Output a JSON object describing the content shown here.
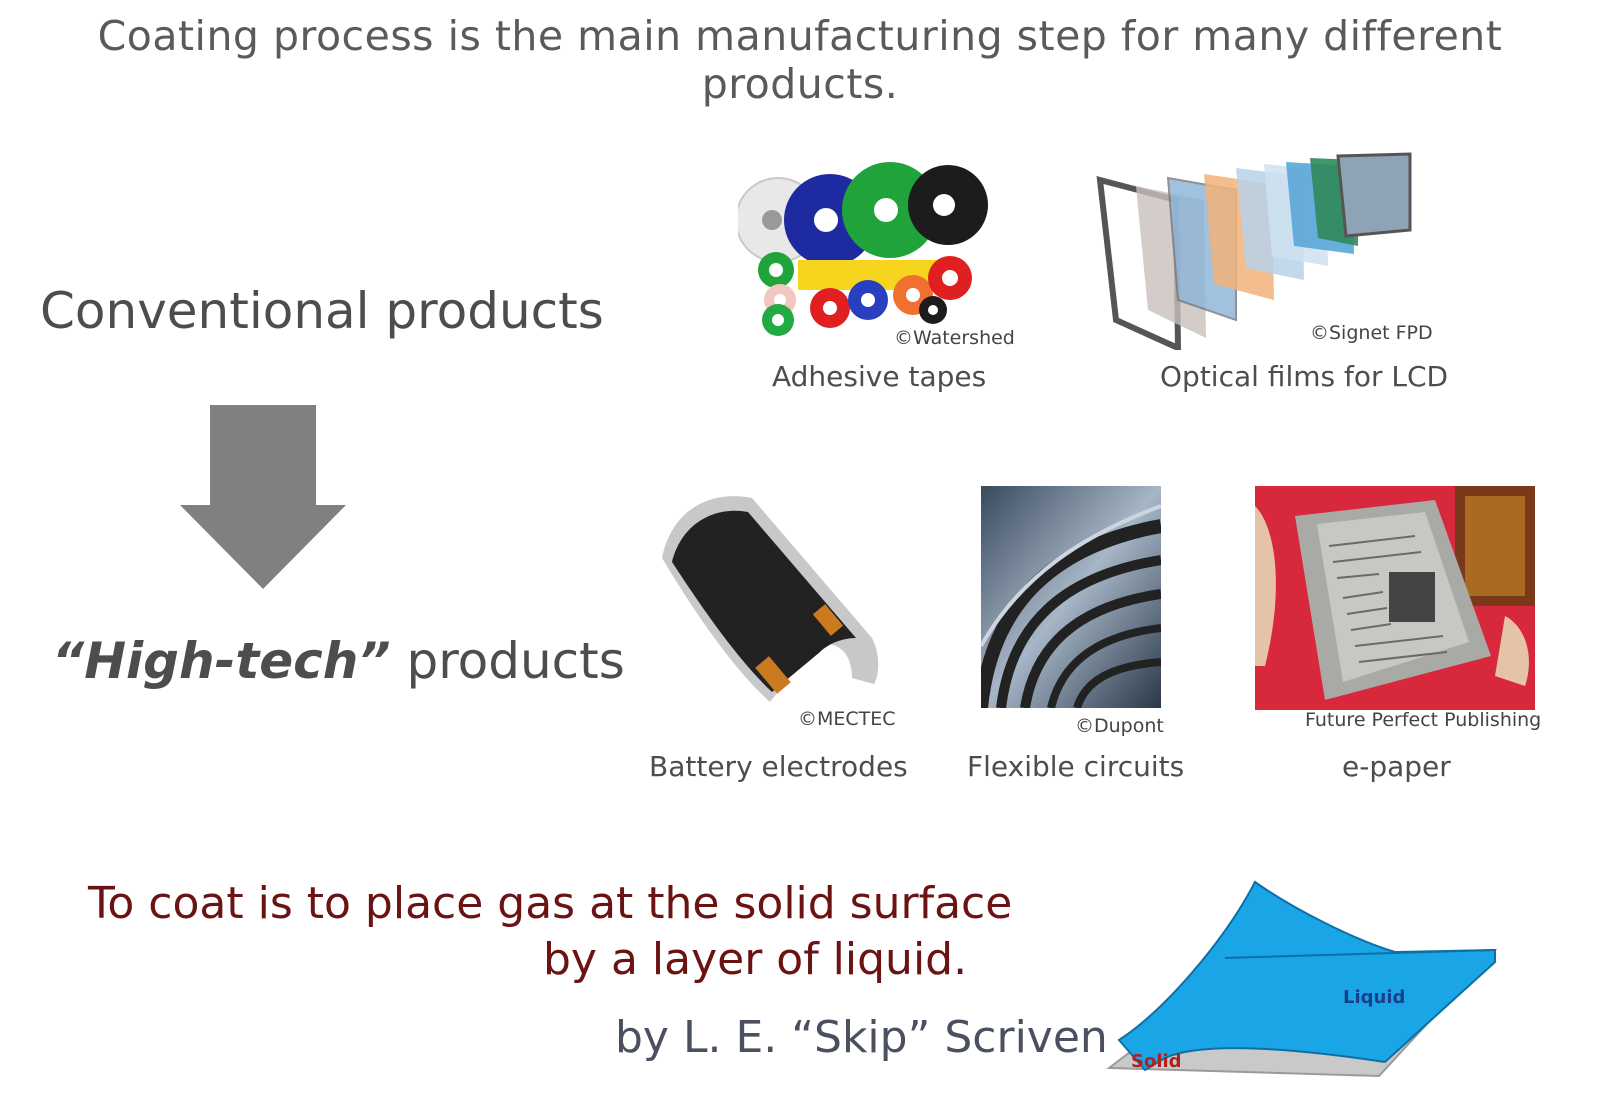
{
  "header": "Coating process is the main manufacturing step for many different products.",
  "left": {
    "conventional": "Conventional products",
    "hightech_quoted": "“High-tech”",
    "hightech_rest": " products"
  },
  "products": {
    "tapes": {
      "caption": "Adhesive tapes",
      "credit": "©Watershed"
    },
    "optical": {
      "caption": "Optical films for LCD",
      "credit": "©Signet FPD"
    },
    "battery": {
      "caption": "Battery electrodes",
      "credit": "©MECTEC"
    },
    "circuits": {
      "caption": "Flexible circuits",
      "credit": "©Dupont"
    },
    "epaper": {
      "caption": "e-paper",
      "credit": "Future Perfect Publishing"
    }
  },
  "quote": {
    "line1": "To coat is to place gas at the solid surface",
    "line2": "by a layer of liquid.",
    "author": "by L. E. “Skip” Scriven"
  },
  "diagram": {
    "liquid_label": "Liquid",
    "solid_label": "Solid"
  },
  "colors": {
    "quote": "#6b1212",
    "arrow": "#808080",
    "liquid": "#1aa5e6",
    "solid": "#c9c9c9"
  },
  "icons": [
    "down-arrow-icon"
  ]
}
